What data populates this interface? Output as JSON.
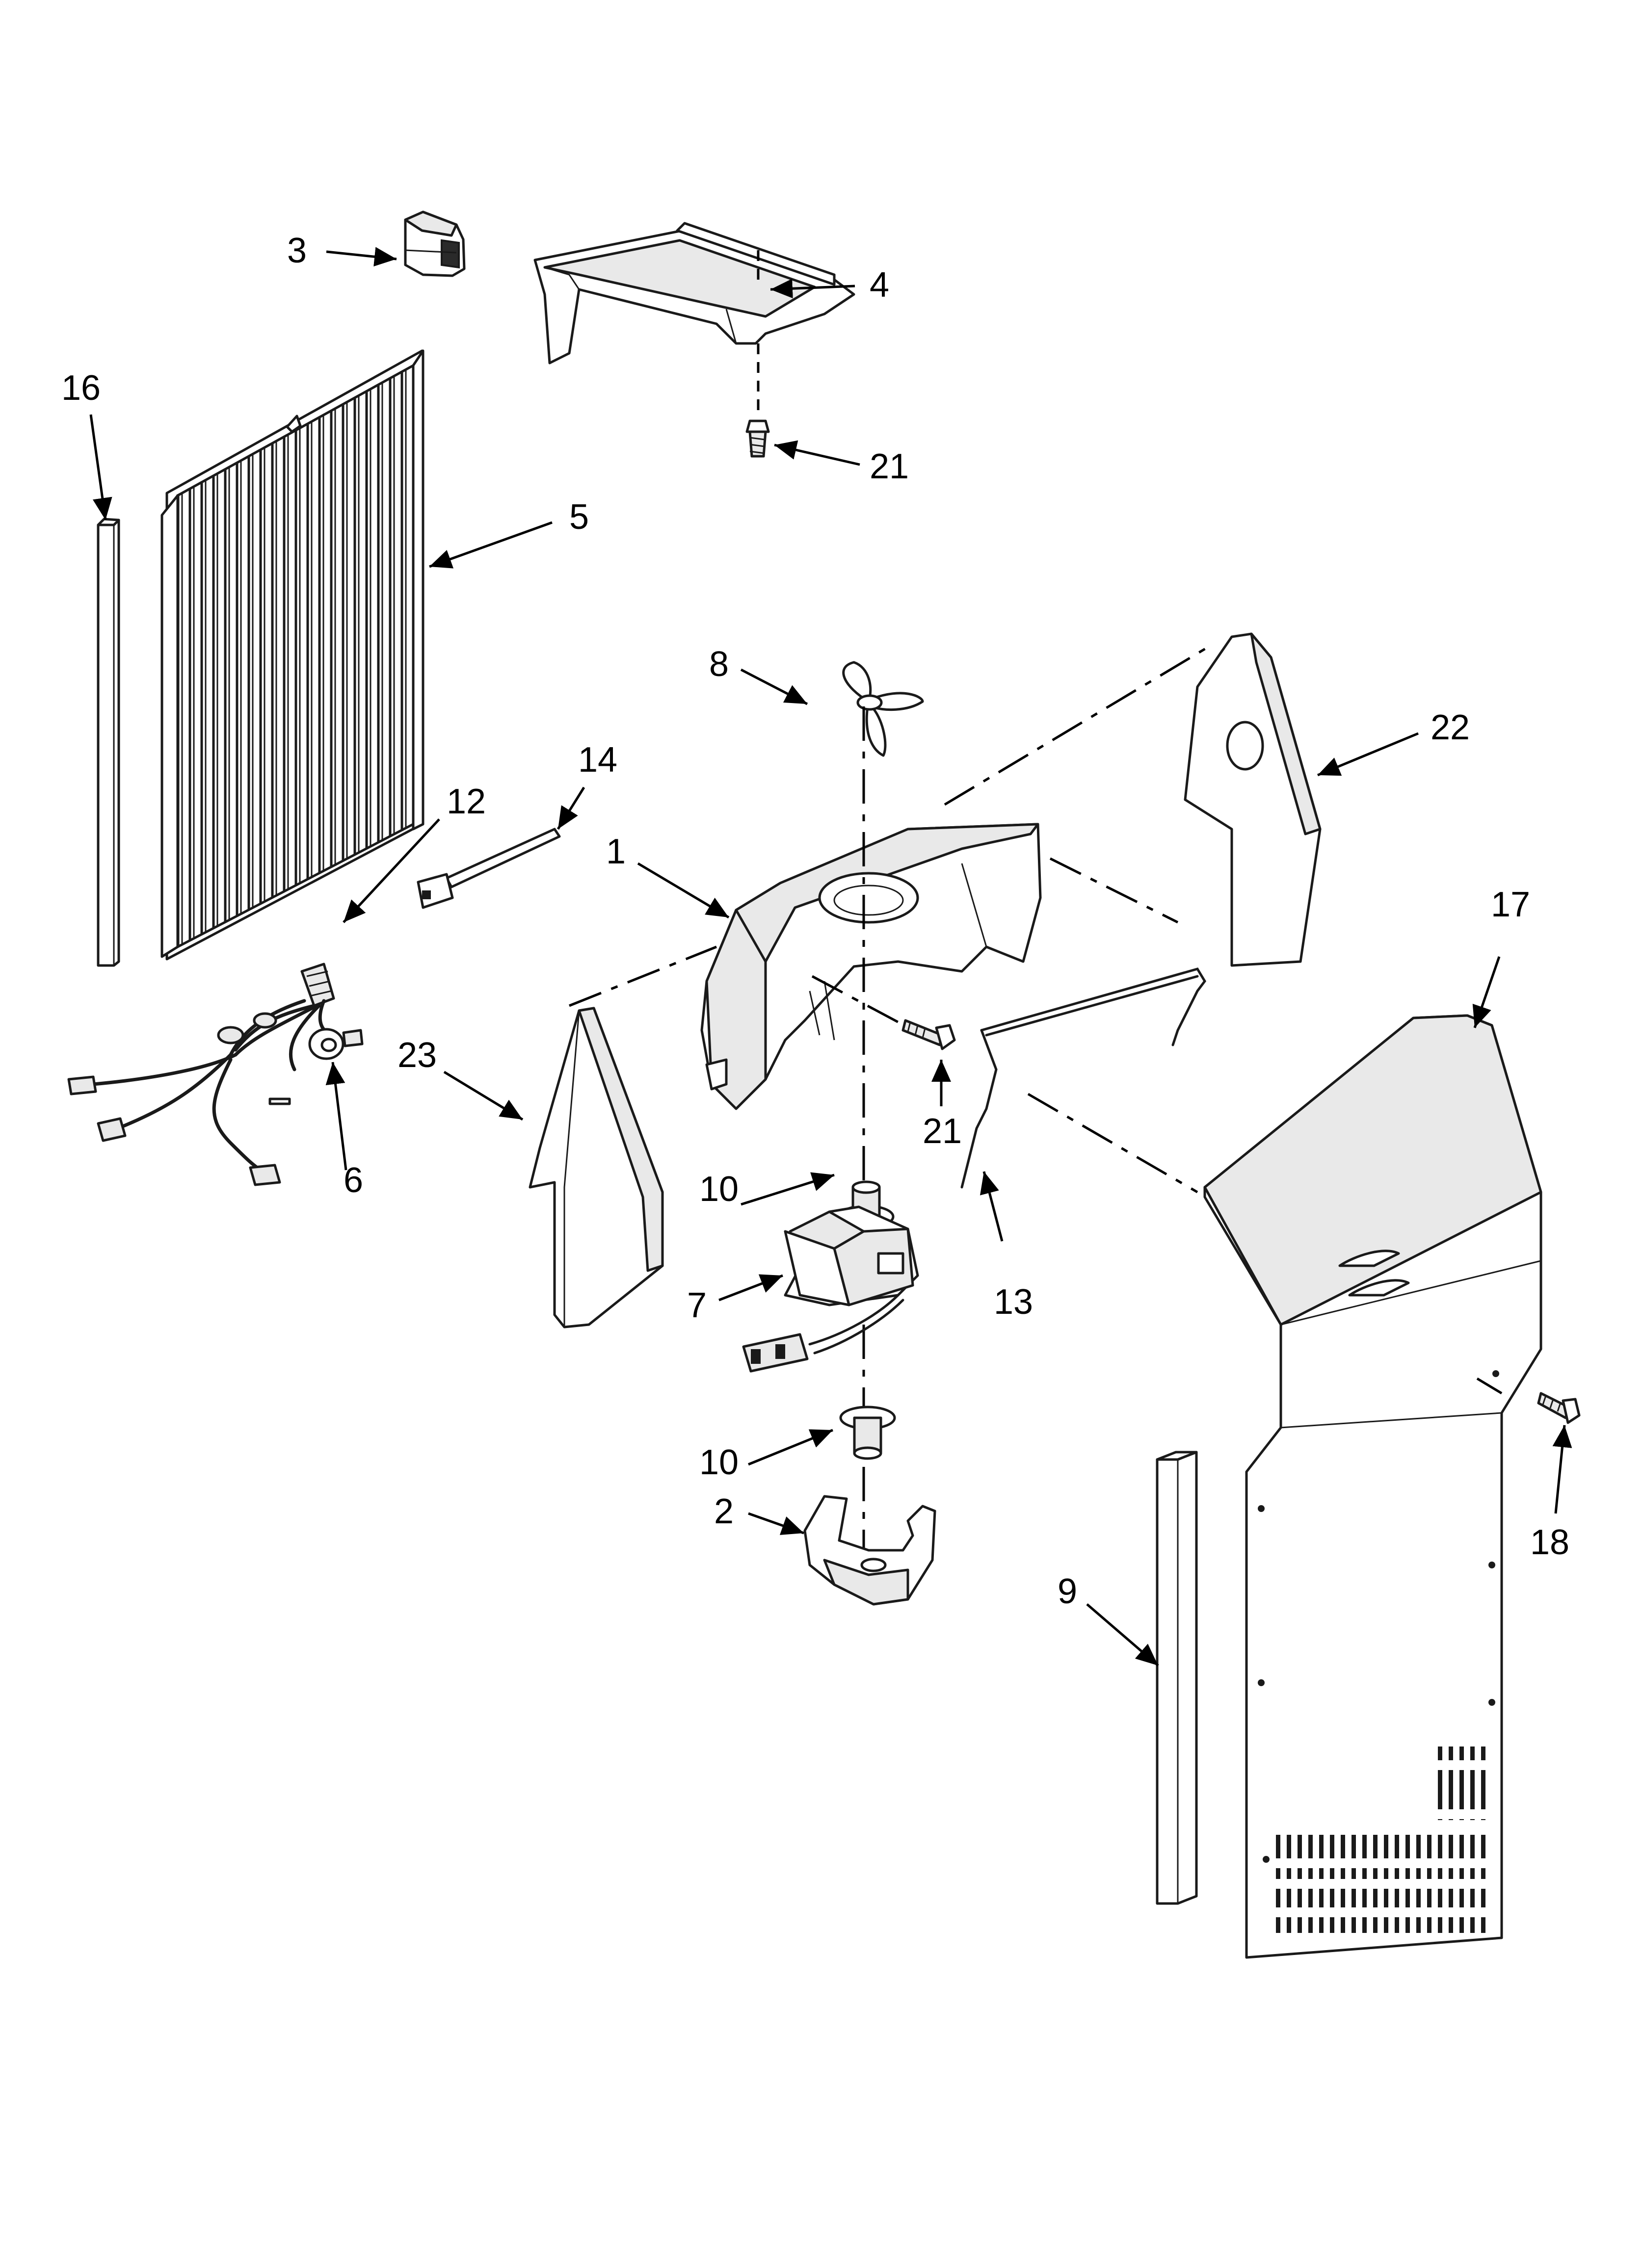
{
  "diagram": {
    "type": "exploded-parts-view",
    "callouts": [
      {
        "id": "c3",
        "label": "3"
      },
      {
        "id": "c4",
        "label": "4"
      },
      {
        "id": "c16",
        "label": "16"
      },
      {
        "id": "c21a",
        "label": "21"
      },
      {
        "id": "c5",
        "label": "5"
      },
      {
        "id": "c8",
        "label": "8"
      },
      {
        "id": "c22",
        "label": "22"
      },
      {
        "id": "c14",
        "label": "14"
      },
      {
        "id": "c12",
        "label": "12"
      },
      {
        "id": "c1",
        "label": "1"
      },
      {
        "id": "c17",
        "label": "17"
      },
      {
        "id": "c23",
        "label": "23"
      },
      {
        "id": "c21b",
        "label": "21"
      },
      {
        "id": "c6",
        "label": "6"
      },
      {
        "id": "c10a",
        "label": "10"
      },
      {
        "id": "c13",
        "label": "13"
      },
      {
        "id": "c7",
        "label": "7"
      },
      {
        "id": "c10b",
        "label": "10"
      },
      {
        "id": "c2",
        "label": "2"
      },
      {
        "id": "c18",
        "label": "18"
      },
      {
        "id": "c9",
        "label": "9"
      }
    ],
    "parts": [
      "filter-cover",
      "air-duct-cover",
      "gasket-strip-left",
      "screw-top",
      "evaporator-coil",
      "fan-blade",
      "side-baffle-right",
      "cable-tie",
      "wire-harness",
      "fan-shroud",
      "rear-panel",
      "side-baffle-left",
      "screw-shroud",
      "grommet",
      "upper-bushing",
      "wire-bracket",
      "fan-motor",
      "lower-bushing",
      "motor-bracket",
      "screw-panel",
      "gasket-strip-right"
    ]
  }
}
